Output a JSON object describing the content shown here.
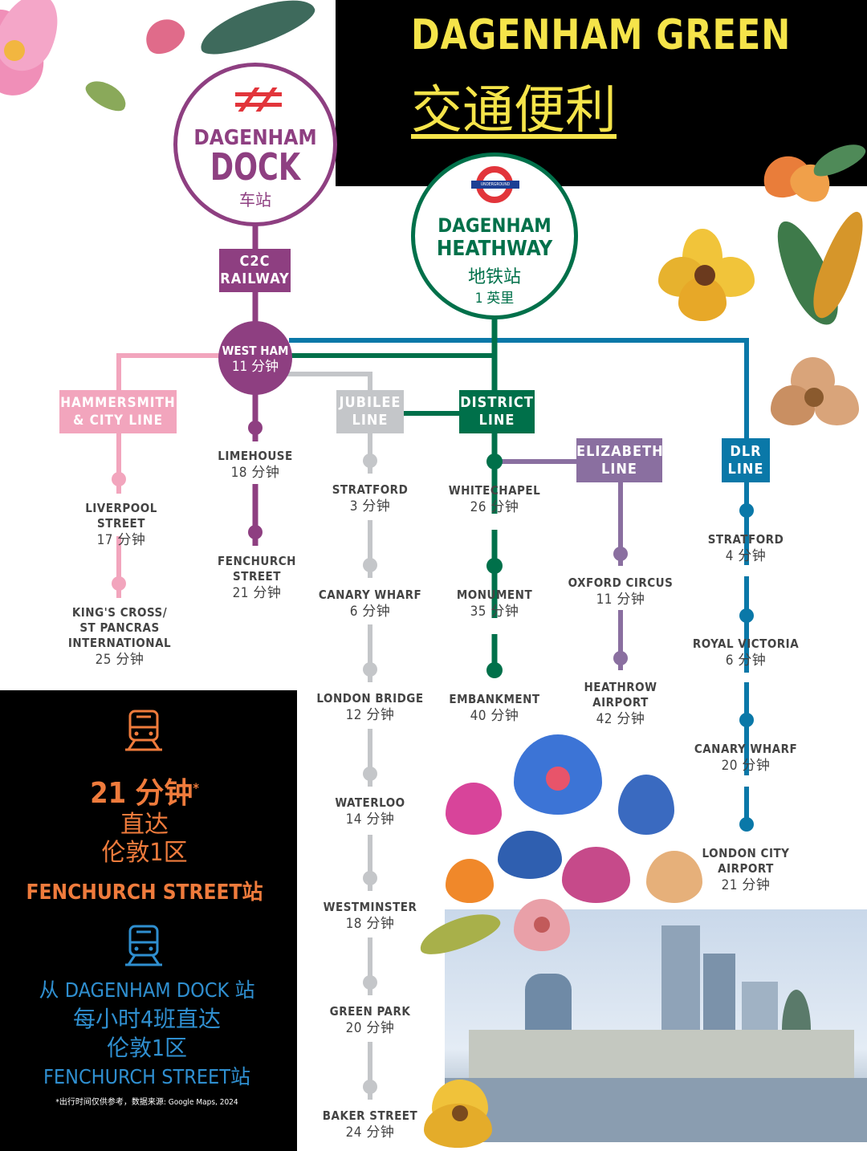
{
  "header": {
    "title_en": "DAGENHAM GREEN",
    "title_cn": "交通便利"
  },
  "stations_main": {
    "dock": {
      "line1": "DAGENHAM",
      "line2": "DOCK",
      "line3": "车站"
    },
    "heathway": {
      "line1": "DAGENHAM",
      "line2": "HEATHWAY",
      "line3": "地铁站",
      "line4": "1 英里",
      "roundel_text": "UNDERGROUND"
    },
    "west_ham": {
      "name": "WEST HAM",
      "time": "11 分钟"
    }
  },
  "lines": {
    "c2c": {
      "label1": "C2C",
      "label2": "RAILWAY"
    },
    "hammersmith": {
      "label1": "HAMMERSMITH",
      "label2": "& CITY LINE"
    },
    "jubilee": {
      "label1": "JUBILEE",
      "label2": "LINE"
    },
    "district": {
      "label1": "DISTRICT",
      "label2": "LINE"
    },
    "elizabeth": {
      "label1": "ELIZABETH",
      "label2": "LINE"
    },
    "dlr": {
      "label1": "DLR",
      "label2": "LINE"
    }
  },
  "colors": {
    "c2c": "#8e3f81",
    "hammersmith": "#f2a5bd",
    "jubilee": "#c4c6c9",
    "district": "#00704a",
    "elizabeth": "#8a6fa0",
    "dlr": "#0a78a8",
    "title_yellow": "#f5e44a",
    "orange": "#ef7b3c",
    "blue": "#2f8fd0"
  },
  "stops": {
    "c2c": [
      {
        "name": "LIMEHOUSE",
        "time": "18 分钟"
      },
      {
        "name": "FENCHURCH STREET",
        "time": "21 分钟"
      }
    ],
    "hammersmith": [
      {
        "name": "LIVERPOOL STREET",
        "time": "17 分钟"
      },
      {
        "name": "KING'S CROSS/ ST PANCRAS INTERNATIONAL",
        "line1": "KING'S CROSS/",
        "line2": "ST PANCRAS",
        "line3": "INTERNATIONAL",
        "time": "25 分钟"
      }
    ],
    "jubilee": [
      {
        "name": "STRATFORD",
        "time": "3 分钟"
      },
      {
        "name": "CANARY WHARF",
        "time": "6 分钟"
      },
      {
        "name": "LONDON BRIDGE",
        "time": "12 分钟"
      },
      {
        "name": "WATERLOO",
        "time": "14 分钟"
      },
      {
        "name": "WESTMINSTER",
        "time": "18 分钟"
      },
      {
        "name": "GREEN PARK",
        "time": "20 分钟"
      },
      {
        "name": "BAKER STREET",
        "time": "24 分钟"
      }
    ],
    "district": [
      {
        "name": "WHITECHAPEL",
        "time": "26 分钟"
      },
      {
        "name": "MONUMENT",
        "time": "35 分钟"
      },
      {
        "name": "EMBANKMENT",
        "time": "40 分钟"
      }
    ],
    "elizabeth": [
      {
        "name": "OXFORD CIRCUS",
        "time": "11 分钟"
      },
      {
        "name": "HEATHROW AIRPORT",
        "line1": "HEATHROW",
        "line2": "AIRPORT",
        "time": "42 分钟"
      }
    ],
    "dlr": [
      {
        "name": "STRATFORD",
        "time": "4 分钟"
      },
      {
        "name": "ROYAL VICTORIA",
        "time": "6 分钟"
      },
      {
        "name": "CANARY WHARF",
        "time": "20 分钟"
      },
      {
        "name": "LONDON CITY AIRPORT",
        "line1": "LONDON CITY",
        "line2": "AIRPORT",
        "time": "21 分钟"
      }
    ]
  },
  "info": {
    "block1": {
      "time": "21 分钟",
      "asterisk": "*",
      "line2": "直达",
      "line3": "伦敦1区",
      "line4": "FENCHURCH STREET站"
    },
    "block2": {
      "line1": "从 DAGENHAM DOCK 站",
      "line2": "每小时4班直达",
      "line3": "伦敦1区",
      "line4": "FENCHURCH STREET站"
    },
    "footnote": "*出行时间仅供参考，数据来源: Google Maps, 2024",
    "train_icon": "train-icon"
  }
}
